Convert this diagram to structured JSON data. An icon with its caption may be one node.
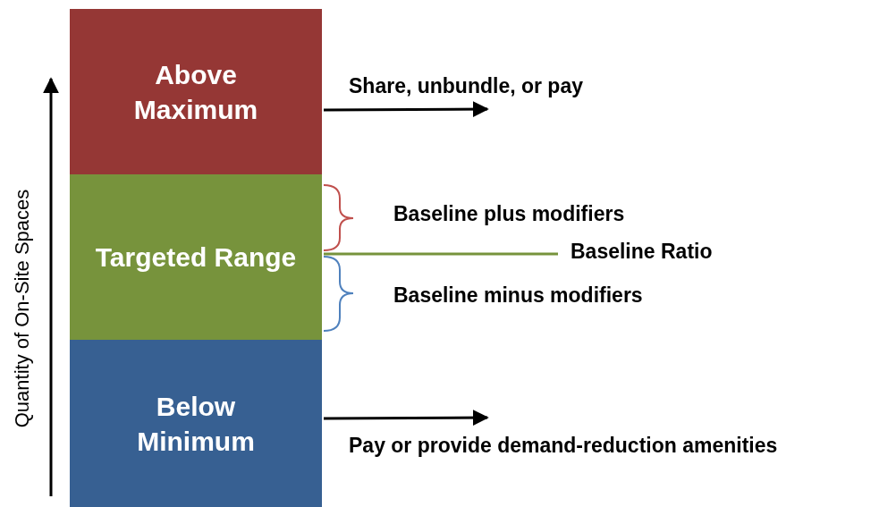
{
  "diagram": {
    "nodes": [
      {
        "text": [
          "Above Maximum"
        ]
      },
      {
        "text": [
          "Targeted Range"
        ]
      },
      {
        "text": [
          "Below Minimum"
        ]
      },
      {
        "text": [
          "Baseline Ratio"
        ]
      }
    ],
    "edges": [
      {
        "from": 0,
        "to": null,
        "arrow": "to",
        "label": "Share, unbundle, or pay"
      },
      {
        "from": 1,
        "to": 3,
        "arrow": "none",
        "color": "#77933c"
      },
      {
        "from": 2,
        "to": null,
        "arrow": "to",
        "label": "Pay or provide demand-reduction amenities"
      }
    ],
    "labels": [
      "Quantity of On-Site Spaces",
      "Baseline plus modifiers",
      "Baseline minus modifiers"
    ]
  }
}
